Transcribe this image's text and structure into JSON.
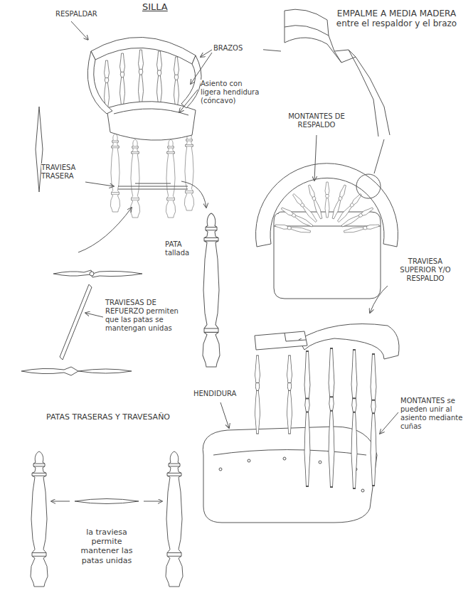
{
  "diagram": {
    "title": "SILLA",
    "labels": [
      "RESPALDAR",
      "BRAZOS",
      "EMPALME A MEDIA MADERA entre el respaldor y el brazo",
      "Asiento con ligera hendidura (cóncavo)",
      "MONTANTES DE RESPALDO",
      "TRAVIESA TRASERA",
      "PATA tallada",
      "TRAVIESA SUPERIOR Y/O RESPALDO",
      "TRAVIESAS DE REFUERZO permiten que las patas se mantengan unidas",
      "HENDIDURA",
      "PATAS TRASERAS Y TRAVESAÑO",
      "MONTANTES se pueden unir al asiento mediante cuñas",
      "la traviesa permite mantener las patas unidas"
    ]
  }
}
